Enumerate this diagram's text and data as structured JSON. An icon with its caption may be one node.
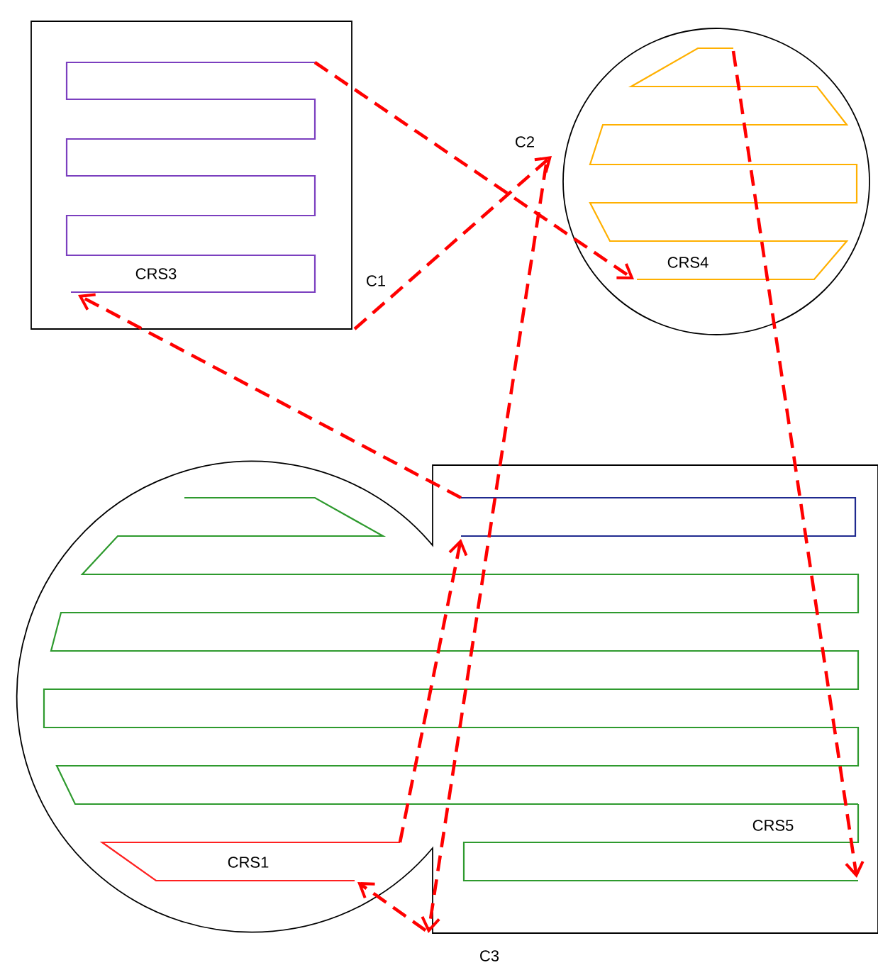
{
  "diagram": {
    "nodes": [
      {
        "text": [],
        "shape": "box"
      },
      {
        "text": [
          "CRS3"
        ],
        "in": 0
      },
      {
        "text": [],
        "shape": "circle"
      },
      {
        "text": [
          "CRS4"
        ],
        "in": 2
      },
      {
        "text": [],
        "shape": "box"
      },
      {
        "text": [],
        "shape": "bar",
        "in": 4
      },
      {
        "text": [
          "CRS5"
        ],
        "in": 4
      },
      {
        "text": [
          "CRS1"
        ],
        "in": 4
      },
      {
        "text": [
          "C1"
        ]
      },
      {
        "text": [
          "C2"
        ]
      },
      {
        "text": [
          "C3"
        ]
      }
    ],
    "edges": [
      {
        "from": 1,
        "to": 3,
        "arrow": "to",
        "style": "dashed",
        "color": "#ff0000"
      },
      {
        "from": 8,
        "to": 9,
        "arrow": "to",
        "style": "dashed",
        "color": "#ff0000"
      },
      {
        "from": 9,
        "to": 10,
        "arrow": "to",
        "style": "dashed",
        "color": "#ff0000"
      },
      {
        "from": 10,
        "to": 7,
        "arrow": "to",
        "style": "dashed",
        "color": "#ff0000"
      },
      {
        "from": 7,
        "to": 5,
        "arrow": "to",
        "style": "dashed",
        "color": "#ff0000"
      },
      {
        "from": 5,
        "to": 1,
        "arrow": "to",
        "style": "dashed",
        "color": "#ff0000"
      },
      {
        "from": 3,
        "to": 6,
        "arrow": "to",
        "style": "dashed",
        "color": "#ff0000"
      }
    ]
  }
}
